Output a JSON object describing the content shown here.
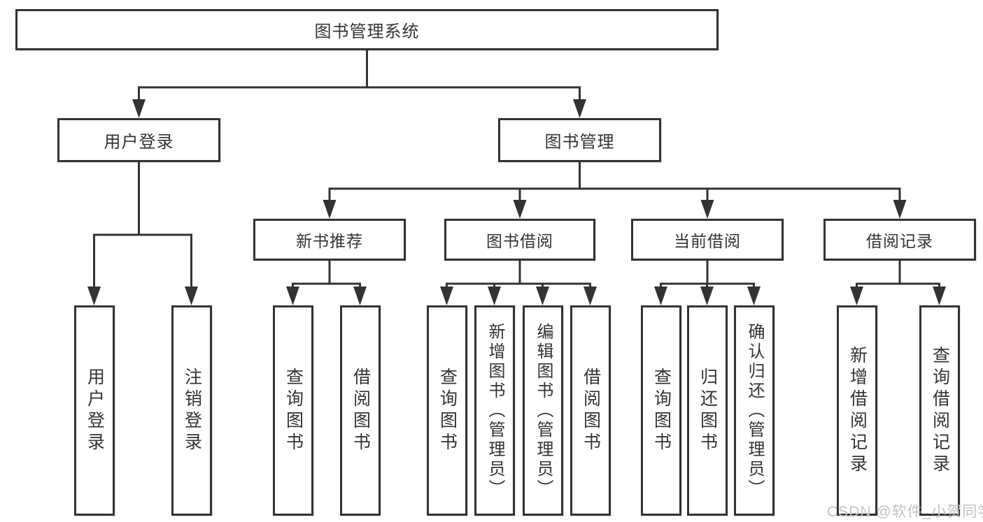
{
  "diagram": {
    "root": "图书管理系统",
    "level2": [
      {
        "label": "用户登录",
        "children": [
          {
            "label": "用户登录"
          },
          {
            "label": "注销登录"
          }
        ]
      },
      {
        "label": "图书管理",
        "children": [
          {
            "label": "新书推荐",
            "children": [
              {
                "label": "查询图书"
              },
              {
                "label": "借阅图书"
              }
            ]
          },
          {
            "label": "图书借阅",
            "children": [
              {
                "label": "查询图书"
              },
              {
                "label": "新增图书（管理员）"
              },
              {
                "label": "编辑图书（管理员）"
              },
              {
                "label": "借阅图书"
              }
            ]
          },
          {
            "label": "当前借阅",
            "children": [
              {
                "label": "查询图书"
              },
              {
                "label": "归还图书"
              },
              {
                "label": "确认归还（管理员）"
              }
            ]
          },
          {
            "label": "借阅记录",
            "children": [
              {
                "label": "新增借阅记录"
              },
              {
                "label": "查询借阅记录"
              }
            ]
          }
        ]
      }
    ]
  },
  "watermark": {
    "text": "CSDN @软件_小贺同学"
  },
  "colors": {
    "line": "#333333",
    "text": "#333333",
    "watermark": "#c2c2c2",
    "background": "#ffffff"
  }
}
